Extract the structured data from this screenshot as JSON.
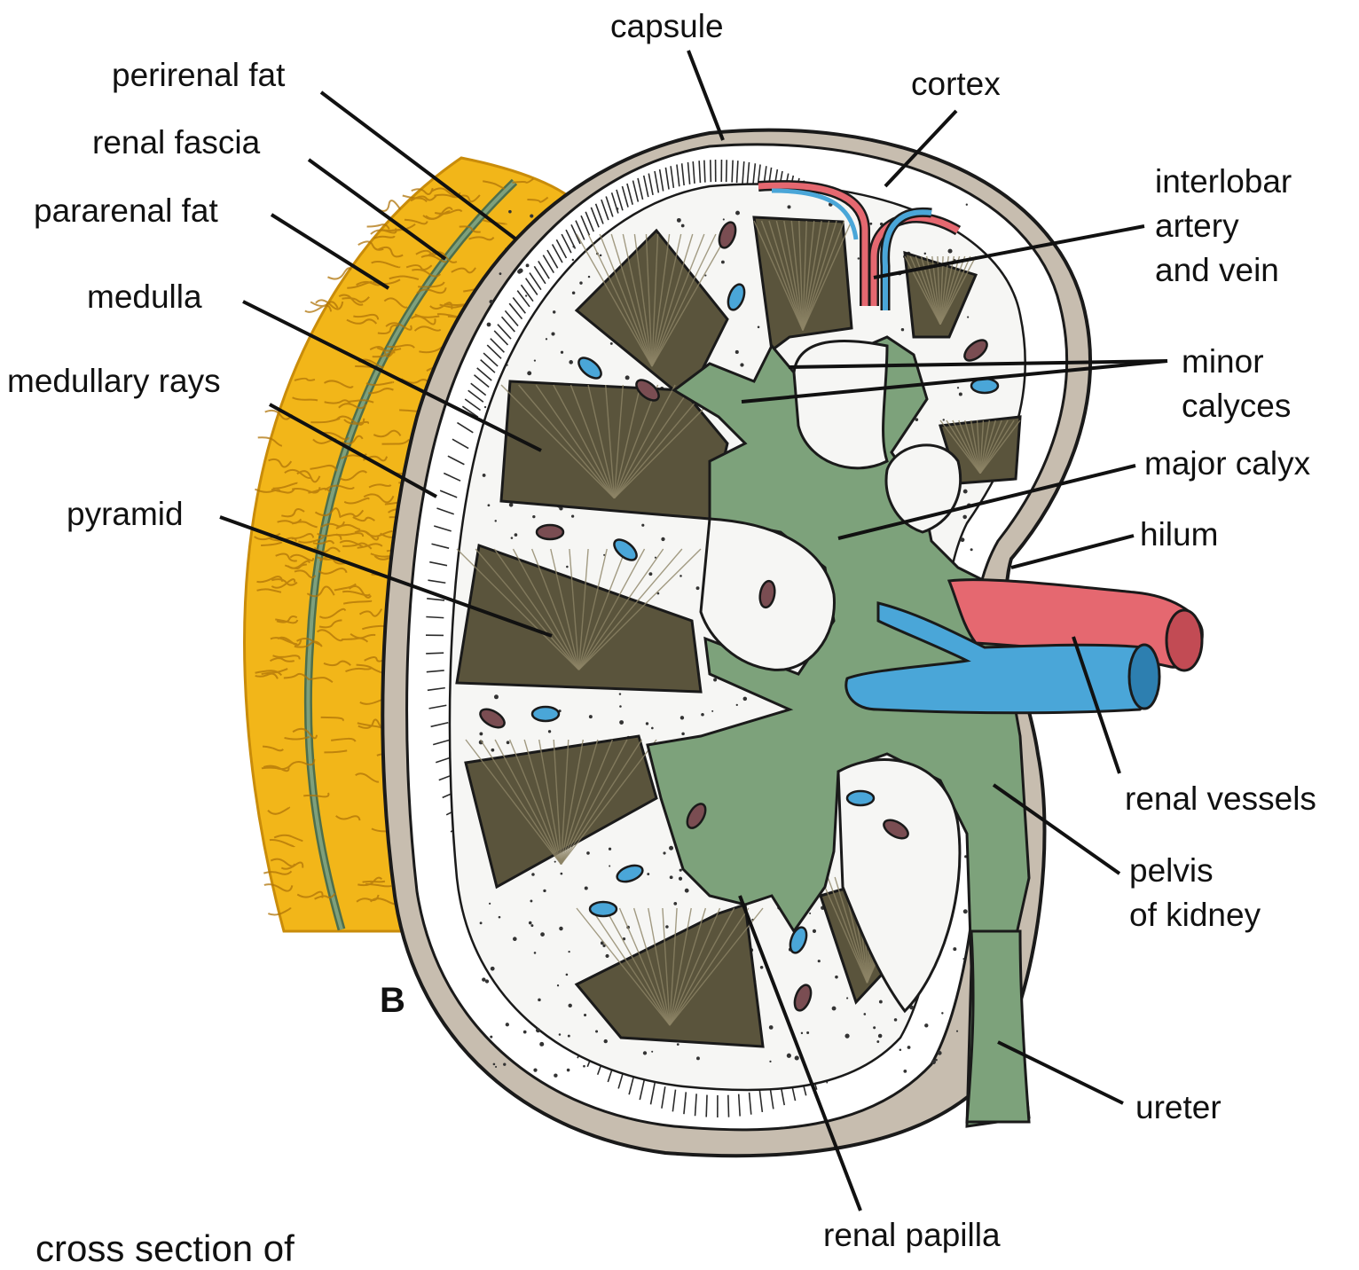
{
  "figure_letter": "B",
  "caption": "cross section of",
  "labels": {
    "capsule": "capsule",
    "perirenal_fat": "perirenal fat",
    "cortex": "cortex",
    "renal_fascia": "renal fascia",
    "interlobar_1": "interlobar",
    "interlobar_2": "artery",
    "interlobar_3": "and vein",
    "pararenal_fat": "pararenal fat",
    "medulla": "medulla",
    "minor_1": "minor",
    "minor_2": "calyces",
    "medullary_rays": "medullary rays",
    "major_calyx": "major calyx",
    "pyramid": "pyramid",
    "hilum": "hilum",
    "renal_vessels": "renal vessels",
    "pelvis_1": "pelvis",
    "pelvis_2": "of kidney",
    "ureter": "ureter",
    "renal_papilla": "renal papilla"
  },
  "colors": {
    "fat": "#f2b619",
    "fat_line": "#b97d08",
    "capsule": "#b9aea0",
    "cortex": "#ffffff",
    "pyramid": "#5a543c",
    "calyx": "#7da27b",
    "artery": "#e56870",
    "vein": "#4aa6d8",
    "outline": "#1a1a1a"
  }
}
